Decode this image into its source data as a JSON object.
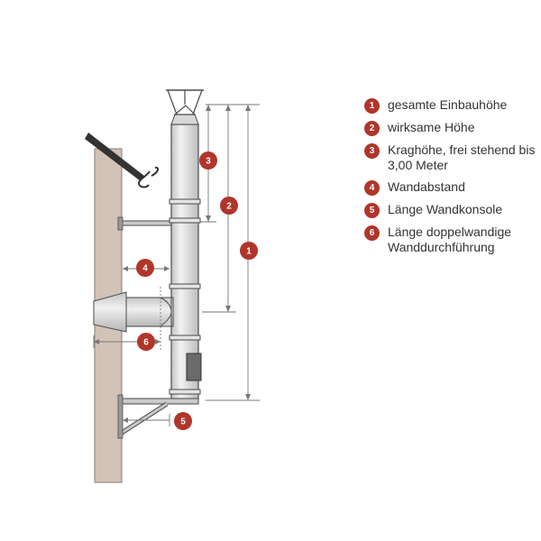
{
  "colors": {
    "accent": "#b0352b",
    "wall": "#d1c3b6",
    "pipe": "#dcdcdc",
    "outline": "#4a4a4a",
    "roof": "#333333",
    "dimension": "#777777"
  },
  "badges": [
    {
      "number": "1"
    },
    {
      "number": "2"
    },
    {
      "number": "3"
    },
    {
      "number": "4"
    },
    {
      "number": "5"
    },
    {
      "number": "6"
    }
  ],
  "legend": [
    {
      "number": "1",
      "label": "gesamte Einbauhöhe"
    },
    {
      "number": "2",
      "label": "wirksame Höhe"
    },
    {
      "number": "3",
      "label": "Kraghöhe, frei stehend bis 3,00 Meter"
    },
    {
      "number": "4",
      "label": "Wandabstand"
    },
    {
      "number": "5",
      "label": "Länge Wandkonsole"
    },
    {
      "number": "6",
      "label": "Länge doppelwandige Wanddurchführung"
    }
  ]
}
